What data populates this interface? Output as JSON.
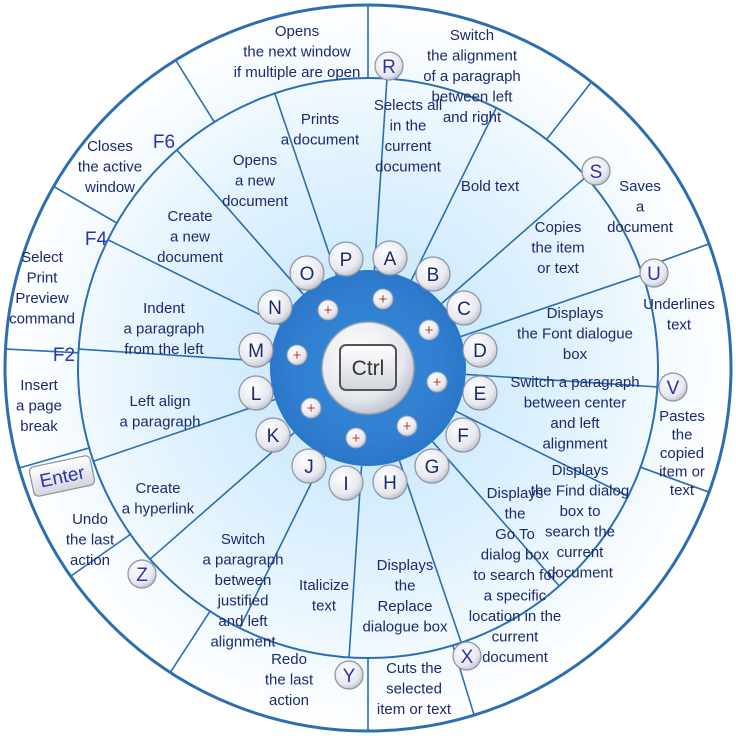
{
  "center_key": "Ctrl",
  "inner_keys": [
    {
      "letter": "A",
      "description": [
        "Selects all",
        "in the",
        "current",
        "document"
      ]
    },
    {
      "letter": "B",
      "description": [
        "Bold text"
      ]
    },
    {
      "letter": "C",
      "description": [
        "Copies",
        "the item",
        "or text"
      ]
    },
    {
      "letter": "D",
      "description": [
        "Displays",
        "the Font dialogue",
        "box"
      ]
    },
    {
      "letter": "E",
      "description": [
        "Switch a paragraph",
        "between center",
        "and left",
        "alignment"
      ]
    },
    {
      "letter": "F",
      "description": [
        "Displays",
        "the Find dialog",
        "box to",
        "search the",
        "current",
        "document"
      ]
    },
    {
      "letter": "G",
      "description": [
        "Displays",
        "the",
        "Go To",
        "dialog box",
        "to search for",
        "a specific",
        "location in the",
        "current",
        "document"
      ]
    },
    {
      "letter": "H",
      "description": [
        "Displays",
        "the",
        "Replace",
        "dialogue box"
      ]
    },
    {
      "letter": "I",
      "description": [
        "Italicize",
        "text"
      ]
    },
    {
      "letter": "J",
      "description": [
        "Switch",
        "a paragraph",
        "between",
        "justified",
        "and left",
        "alignment"
      ]
    },
    {
      "letter": "K",
      "description": [
        "Create",
        "a hyperlink"
      ]
    },
    {
      "letter": "L",
      "description": [
        "Left align",
        "a paragraph"
      ]
    },
    {
      "letter": "M",
      "description": [
        "Indent",
        "a paragraph",
        "from the left"
      ]
    },
    {
      "letter": "N",
      "description": [
        "Create",
        "a new",
        "document"
      ]
    },
    {
      "letter": "O",
      "description": [
        "Opens",
        "a new",
        "document"
      ]
    },
    {
      "letter": "P",
      "description": [
        "Prints",
        "a document"
      ]
    }
  ],
  "outer_keys": [
    {
      "letter": "R",
      "description": [
        "Switch",
        "the alignment",
        "of a paragraph",
        "between left",
        "and right"
      ]
    },
    {
      "letter": "S",
      "description": [
        "Saves",
        "a",
        "document"
      ]
    },
    {
      "letter": "U",
      "description": [
        "Underlines",
        "text"
      ]
    },
    {
      "letter": "V",
      "description": [
        "Pastes",
        "the",
        "copied",
        "item or",
        "text"
      ]
    },
    {
      "letter": "X",
      "description": [
        "Cuts the",
        "selected",
        "item or text"
      ]
    },
    {
      "letter": "Y",
      "description": [
        "Redo",
        "the last",
        "action"
      ]
    },
    {
      "letter": "Z",
      "description": [
        "Undo",
        "the last",
        "action"
      ]
    },
    {
      "letter": "Enter",
      "description": [
        "Insert",
        "a page",
        "break"
      ]
    },
    {
      "letter": "F2",
      "description": [
        "Select",
        "Print",
        "Preview",
        "command"
      ]
    },
    {
      "letter": "F4",
      "description": [
        "Closes",
        "the active",
        "window"
      ]
    },
    {
      "letter": "F6",
      "description": [
        "Opens",
        "the next window",
        "if multiple are open"
      ]
    }
  ],
  "colors": {
    "ring_line": "#2b6fb0",
    "inner_disc": "#2f7fd1",
    "text": "#1b2a6b",
    "key_letter": "#2a33b0",
    "plus_mark": "#c0392b"
  }
}
